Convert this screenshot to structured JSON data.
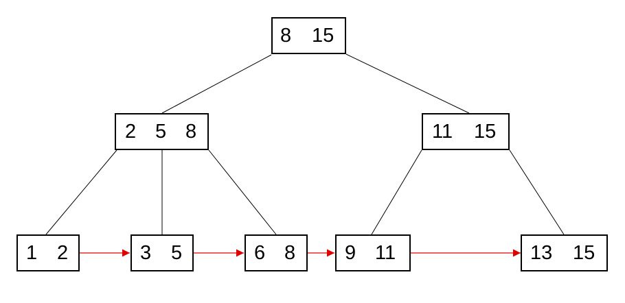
{
  "nodes": {
    "root": {
      "keys": [
        "8",
        "15"
      ]
    },
    "internal_left": {
      "keys": [
        "2",
        "5",
        "8"
      ]
    },
    "internal_right": {
      "keys": [
        "11",
        "15"
      ]
    },
    "leaf_1": {
      "keys": [
        "1",
        "2"
      ]
    },
    "leaf_2": {
      "keys": [
        "3",
        "5"
      ]
    },
    "leaf_3": {
      "keys": [
        "6",
        "8"
      ]
    },
    "leaf_4": {
      "keys": [
        "9",
        "11"
      ]
    },
    "leaf_5": {
      "keys": [
        "13",
        "15"
      ]
    }
  },
  "tree_edges": [
    [
      "root",
      "internal_left"
    ],
    [
      "root",
      "internal_right"
    ],
    [
      "internal_left",
      "leaf_1"
    ],
    [
      "internal_left",
      "leaf_2"
    ],
    [
      "internal_left",
      "leaf_3"
    ],
    [
      "internal_right",
      "leaf_4"
    ],
    [
      "internal_right",
      "leaf_5"
    ]
  ],
  "leaf_links": [
    [
      "leaf_1",
      "leaf_2"
    ],
    [
      "leaf_2",
      "leaf_3"
    ],
    [
      "leaf_3",
      "leaf_4"
    ],
    [
      "leaf_4",
      "leaf_5"
    ]
  ],
  "colors": {
    "node_border": "#000000",
    "tree_edge": "#000000",
    "leaf_link": "#e00000"
  }
}
